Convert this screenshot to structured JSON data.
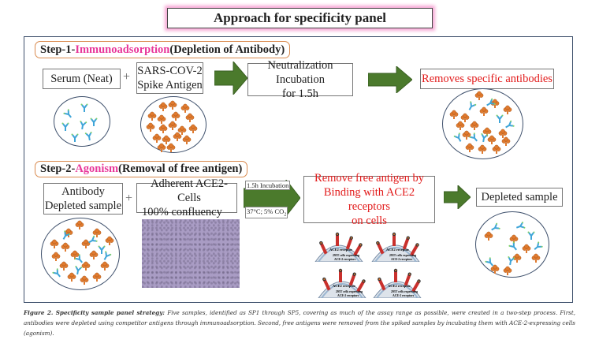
{
  "title": "Approach for specificity panel",
  "step1": {
    "label_prefix": "Step-1- ",
    "label_highlight": "Immunoadsorption",
    "label_suffix": " (Depletion of Antibody)",
    "box_serum": "Serum (Neat)",
    "plus": "+",
    "box_antigen_line1": "SARS-COV-2",
    "box_antigen_line2": "Spike Antigen",
    "box_incubation_line1": "Neutralization Incubation",
    "box_incubation_line2": "for 1.5h",
    "box_result": "Removes specific antibodies"
  },
  "step2": {
    "label_prefix": "Step-2- ",
    "label_highlight": "Agonism",
    "label_suffix": " (Removal of free antigen)",
    "box_sample_line1": "Antibody",
    "box_sample_line2": "Depleted sample",
    "plus": "+",
    "box_cells_line1": "Adherent ACE2-Cells",
    "box_cells_line2": "100% confluency",
    "arrow_top_label": "1.5h Incubation",
    "arrow_bottom_label": "37°C; 5% CO",
    "arrow_bottom_sub": "2",
    "box_remove_line1": "Remove free antigen by",
    "box_remove_line2": "Binding with ACE2 receptors",
    "box_remove_line3": "on cells",
    "box_depleted": "Depleted sample",
    "receptor_label": "ACE2 receptor",
    "cell_label_line1": "293T cells expressing",
    "cell_label_line2": "ACE-2 receptors"
  },
  "caption": {
    "bold": "Figure 2. Specificity sample panel strategy:",
    "text": " Five samples, identified as SP1 through SP5, covering as much of the assay range as possible, were created in a two-step process. First, antibodies were depleted using competitor antigens through immunoadsorption. Second, free antigens were removed from the spiked samples by incubating them with ACE-2-expressing cells (agonism)."
  },
  "colors": {
    "arrow_fill": "#4b7a2c",
    "highlight": "#e8379a",
    "result_text": "#e21b1b",
    "antigen": "#e07a2e",
    "antibody": "#3fa5d8",
    "frame": "#3d4f6b"
  }
}
